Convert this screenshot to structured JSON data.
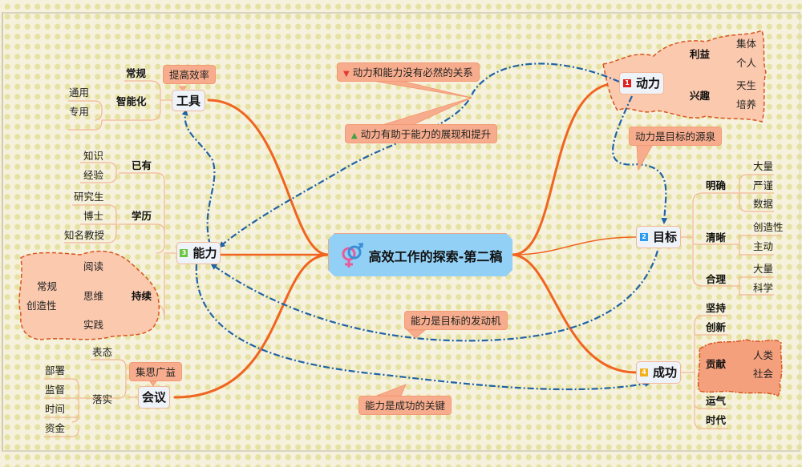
{
  "central": {
    "title": "高效工作的探索-第二稿",
    "icon": "gender-symbol-icon"
  },
  "colors": {
    "branch": "#f06420",
    "subline": "#f4b896",
    "relation": "#1f63a6",
    "callout_fill": "#f7ad8d",
    "cloud_fill": "#fbc9ae",
    "cloud_border": "#d9541c",
    "central_fill": "#92d0f5",
    "badge_1": "#e02020",
    "badge_2": "#2d9bf0",
    "badge_3": "#6cc644",
    "badge_4": "#f4b01a"
  },
  "branches": {
    "tools": {
      "label": "工具",
      "callout": "提高效率",
      "children": {
        "c1": "常规",
        "c2": "智能化",
        "c2_children": [
          "通用",
          "专用"
        ]
      }
    },
    "ability": {
      "label": "能力",
      "badge": "3",
      "children": {
        "existing": {
          "label": "已有",
          "items": [
            "知识",
            "经验"
          ]
        },
        "education": {
          "label": "学历",
          "items": [
            "研究生",
            "博士",
            "知名教授"
          ]
        },
        "continuous": {
          "label": "持续",
          "items": [
            "阅读",
            "思维",
            "实践"
          ],
          "thinking_items": [
            "常规",
            "创造性"
          ]
        }
      }
    },
    "meeting": {
      "label": "会议",
      "callout": "集思广益",
      "children": {
        "c1": "表态",
        "c2": "落实",
        "c2_children": [
          "部署",
          "监督",
          "时间",
          "资金"
        ]
      }
    },
    "motivation": {
      "label": "动力",
      "badge": "1",
      "children": {
        "benefit": {
          "label": "利益",
          "items": [
            "集体",
            "个人"
          ]
        },
        "interest": {
          "label": "兴趣",
          "items": [
            "天生",
            "培养"
          ]
        }
      }
    },
    "goal": {
      "label": "目标",
      "badge": "2",
      "children": {
        "clear": {
          "label": "明确",
          "items": [
            "大量",
            "严谨",
            "数据"
          ]
        },
        "lucid": {
          "label": "清晰",
          "items": [
            "创造性",
            "主动"
          ]
        },
        "reasonable": {
          "label": "合理",
          "items": [
            "大量",
            "科学"
          ]
        }
      }
    },
    "success": {
      "label": "成功",
      "badge": "4",
      "children": {
        "persist": "坚持",
        "innovate": "创新",
        "contribute": {
          "label": "贡献",
          "items": [
            "人类",
            "社会"
          ]
        },
        "luck": "运气",
        "era": "时代"
      }
    }
  },
  "relations": {
    "r1": {
      "label": "动力和能力没有必然的关系",
      "icon": "thumbs-down-icon"
    },
    "r2": {
      "label": "动力有助于能力的展现和提升",
      "icon": "thumbs-up-icon"
    },
    "r3": {
      "label": "动力是目标的源泉"
    },
    "r4": {
      "label": "能力是目标的发动机"
    },
    "r5": {
      "label": "能力是成功的关键"
    }
  }
}
